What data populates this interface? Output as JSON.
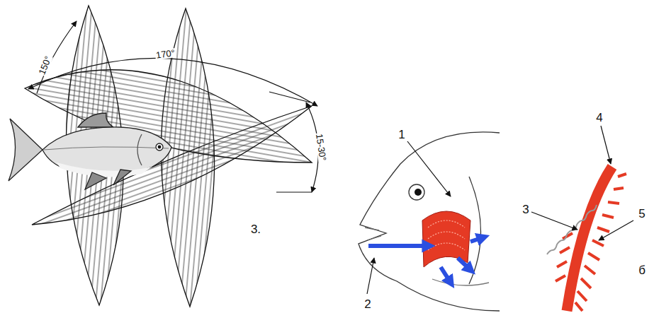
{
  "diagram": {
    "labels": [
      "170°",
      "150°",
      "15-30°",
      "3.",
      "1",
      "2",
      "3",
      "4",
      "5",
      "б"
    ]
  }
}
